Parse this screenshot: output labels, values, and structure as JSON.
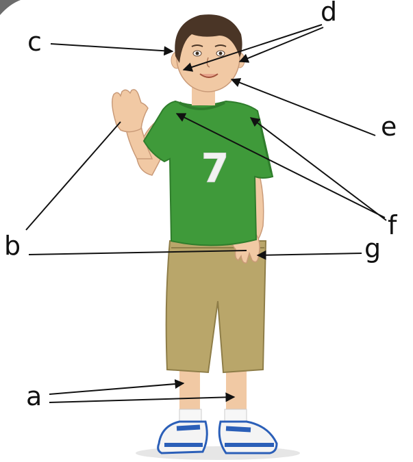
{
  "labels": {
    "a": "a",
    "b": "b",
    "c": "c",
    "d": "d",
    "e": "e",
    "f": "f",
    "g": "g"
  },
  "shirt_number": "7",
  "colors": {
    "shirt": "#3f9a3a",
    "shirt_shade": "#2f7d2c",
    "shorts": "#b9a66a",
    "skin": "#f1c9a4",
    "hair": "#4a3526",
    "shoe_blue": "#2b5fb8",
    "line": "#111111"
  }
}
